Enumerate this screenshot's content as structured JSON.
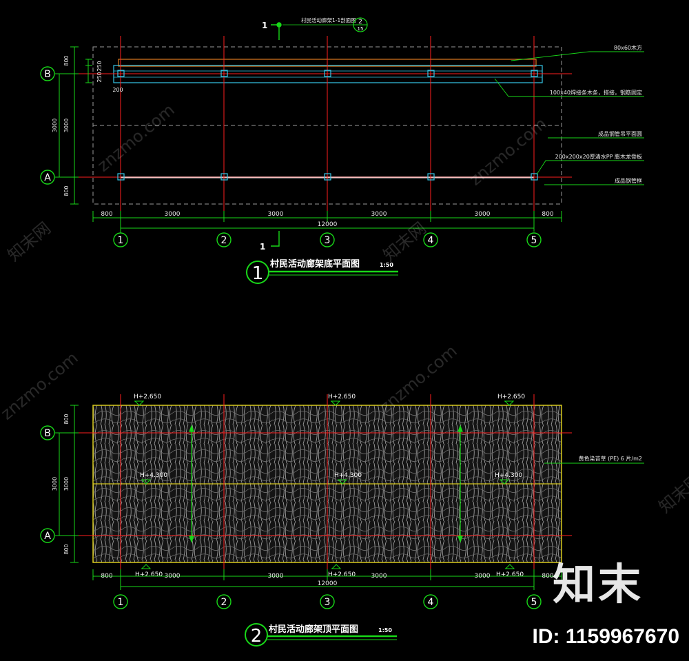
{
  "plan1": {
    "title": "村民活动廊架底平面图",
    "scale": "1:50",
    "number": "1",
    "section_mark": "1",
    "section_note": "村民活动廊架1-1剖面图",
    "section_ref": "2",
    "section_ref_sheet": "15",
    "dims_top": [
      "800",
      "3000",
      "3000",
      "3000",
      "3000",
      "800"
    ],
    "dim_total": "12000",
    "left_dims_outer": [
      "800",
      "3000",
      "800"
    ],
    "left_dims_inner": [
      "250",
      "250",
      "3000"
    ],
    "dim_200": "200",
    "notes": [
      "80x60木方",
      "100x40焊接条木条，搭接，钢筋固定",
      "成品钢管吊平面圆",
      "200x200x20厚清水PP 膨木龙骨板",
      "成品钢管框"
    ]
  },
  "plan2": {
    "title": "村民活动廊架顶平面图",
    "scale": "1:50",
    "number": "2",
    "elev_edge": "H+2.650",
    "elev_mid": "H+4.300",
    "elev_mid_right": "H+4.300",
    "dims_bottom": [
      "800",
      "3000",
      "3000",
      "3000",
      "3000",
      "800"
    ],
    "dim_total": "12000",
    "left_dims": [
      "800",
      "3000",
      "800"
    ],
    "note": "黄色染苔草 (PE) 6 片/m2"
  },
  "axes": {
    "columns": [
      "1",
      "2",
      "3",
      "4",
      "5"
    ],
    "rows": [
      "B",
      "A"
    ]
  },
  "watermark": {
    "text": "znzmo.com",
    "cn": "知末网",
    "logo": "知末",
    "id": "ID: 1159967670"
  },
  "colors": {
    "background": "#000000",
    "axis_red": "#ff1e1e",
    "dim_green": "#18d818",
    "beam_cyan": "#36c8e8",
    "outline_yellow": "#d6c81c",
    "text_white": "#ffffff"
  }
}
